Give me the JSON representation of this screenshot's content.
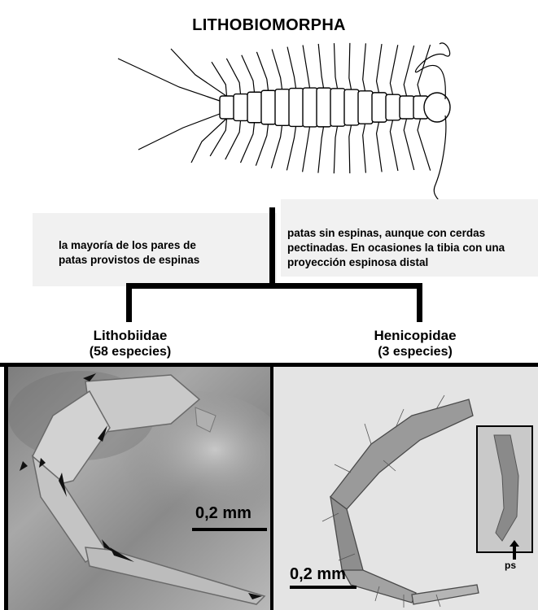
{
  "title": "LITHOBIOMORPHA",
  "branches": {
    "left_description": [
      "la mayoría de los pares de",
      "patas provistos de espinas"
    ],
    "right_description": [
      "patas sin espinas, aunque con cerdas",
      "pectinadas. En ocasiones la tibia con una",
      "proyección espinosa distal"
    ]
  },
  "families": {
    "left": {
      "name": "Lithobiidae",
      "count": "(58 especies)"
    },
    "right": {
      "name": "Henicopidae",
      "count": "(3 especies)"
    }
  },
  "photos": {
    "left": {
      "scale_label": "0,2 mm",
      "subject": "spined leg"
    },
    "right": {
      "scale_label": "0,2 mm",
      "subject": "leg with pectinate setae",
      "inset_label": "ps"
    }
  },
  "colors": {
    "line": "#000000",
    "desc_bg": "#f1f1f1"
  }
}
